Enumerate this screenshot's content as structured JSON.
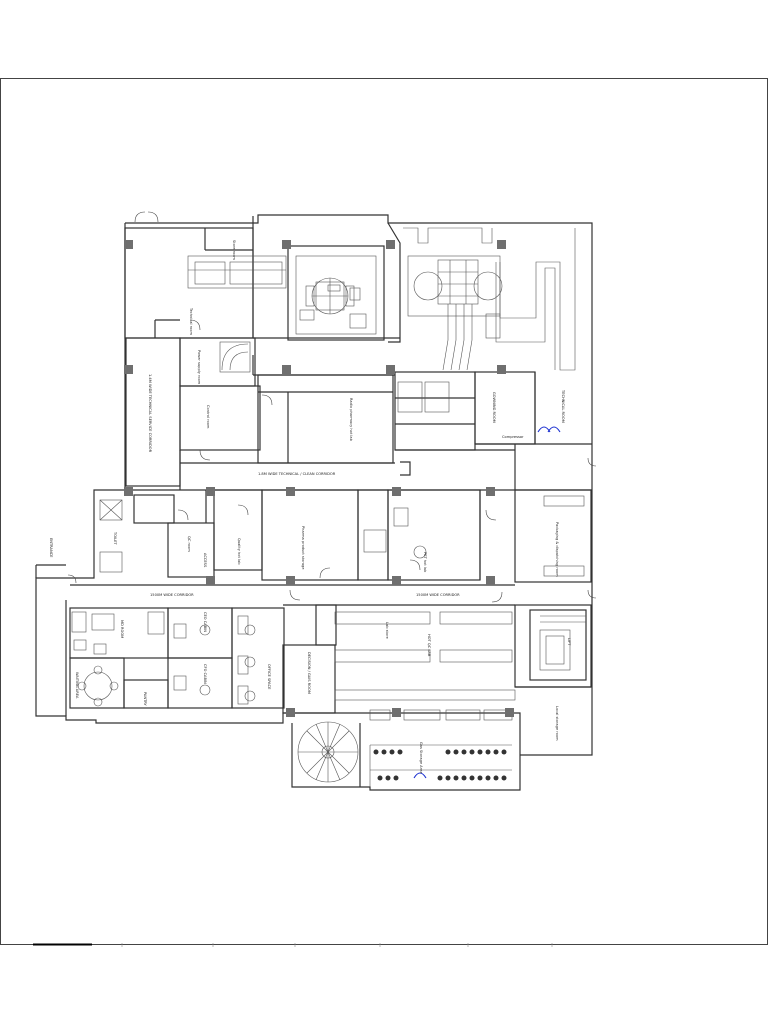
{
  "drawing": {
    "title": "Floor plan",
    "rooms": [
      {
        "id": "store-room",
        "label": "Store room"
      },
      {
        "id": "technical-room",
        "label": "Technical room"
      },
      {
        "id": "power-supply-room",
        "label": "Power supply room"
      },
      {
        "id": "control-room",
        "label": "Control room"
      },
      {
        "id": "gowning-room",
        "label": "GOWNING ROOM"
      },
      {
        "id": "technical-room-east",
        "label": "TECHNICAL ROOM"
      },
      {
        "id": "compressor",
        "label": "Compressor"
      },
      {
        "id": "radio-pharmacy",
        "label": "Radio pharmacy hot lab"
      },
      {
        "id": "service-corridor",
        "label": "1.4M WIDE TECHNICAL SERVICE CORRIDOR"
      },
      {
        "id": "technical-corridor",
        "label": "1.8M WIDE TECHNICAL / CLEAN CORRIDOR"
      },
      {
        "id": "qc-room",
        "label": "QC room"
      },
      {
        "id": "access",
        "label": "ACCESS"
      },
      {
        "id": "quality-lab",
        "label": "Quality hot lab"
      },
      {
        "id": "pharma-store",
        "label": "Pharma product storage"
      },
      {
        "id": "pet-hot-lab",
        "label": "PET hot lab"
      },
      {
        "id": "packaging",
        "label": "Packaging & dispatching room"
      },
      {
        "id": "corridor-west",
        "label": "1500M WIDE CORRIDOR"
      },
      {
        "id": "corridor-east",
        "label": "1500M WIDE CORRIDOR"
      },
      {
        "id": "md-room",
        "label": "MD ROOM"
      },
      {
        "id": "ceo-cabin",
        "label": "CEO CABIN"
      },
      {
        "id": "cfo-cabin",
        "label": "CFO CABIN"
      },
      {
        "id": "office-space",
        "label": "OFFICE SPACE"
      },
      {
        "id": "decision-room",
        "label": "DECISION / GAIS ROOM"
      },
      {
        "id": "hot-qc-lab",
        "label": "HOT QC LAB"
      },
      {
        "id": "lab-store",
        "label": "Lab store"
      },
      {
        "id": "gas-storage",
        "label": "Gas Storage Area"
      },
      {
        "id": "local-store",
        "label": "Local storage room"
      },
      {
        "id": "lift",
        "label": "LIFT"
      },
      {
        "id": "pantry",
        "label": "PANTRY"
      },
      {
        "id": "toilet",
        "label": "TOILET"
      },
      {
        "id": "waiting",
        "label": "WAITING AREA"
      },
      {
        "id": "entrance",
        "label": "ENTRANCE"
      }
    ]
  }
}
